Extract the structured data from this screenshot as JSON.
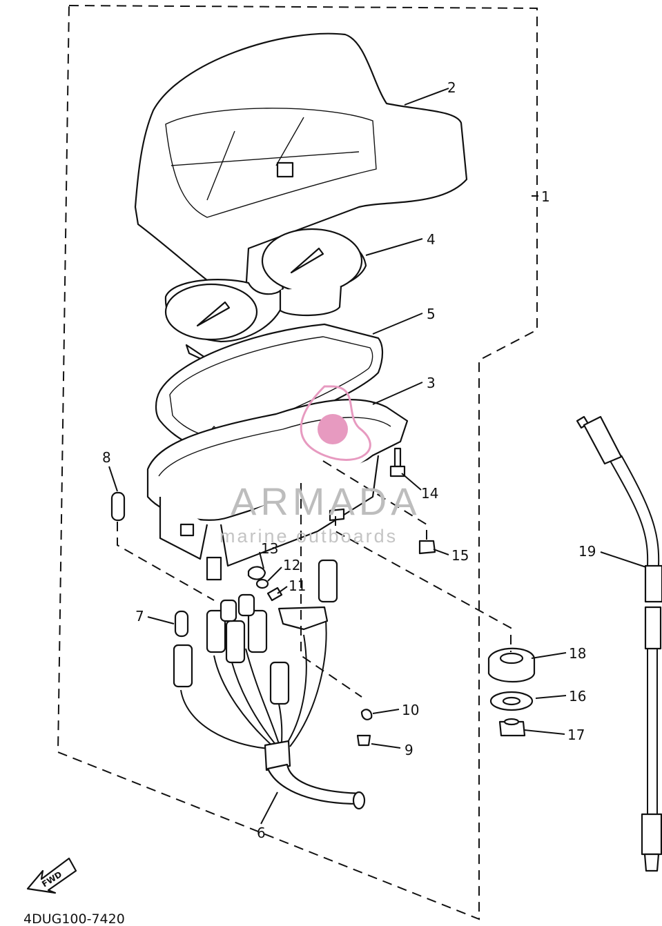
{
  "diagram": {
    "drawing_code": "4DUG100-7420",
    "fwd_label": "FWD",
    "watermark": {
      "brand": "ARMADA",
      "tagline": "marine outboards",
      "logo_color": "#e79ac0"
    },
    "callouts": [
      "1",
      "2",
      "3",
      "4",
      "5",
      "6",
      "7",
      "8",
      "9",
      "10",
      "11",
      "12",
      "13",
      "14",
      "15",
      "16",
      "17",
      "18",
      "19"
    ]
  }
}
